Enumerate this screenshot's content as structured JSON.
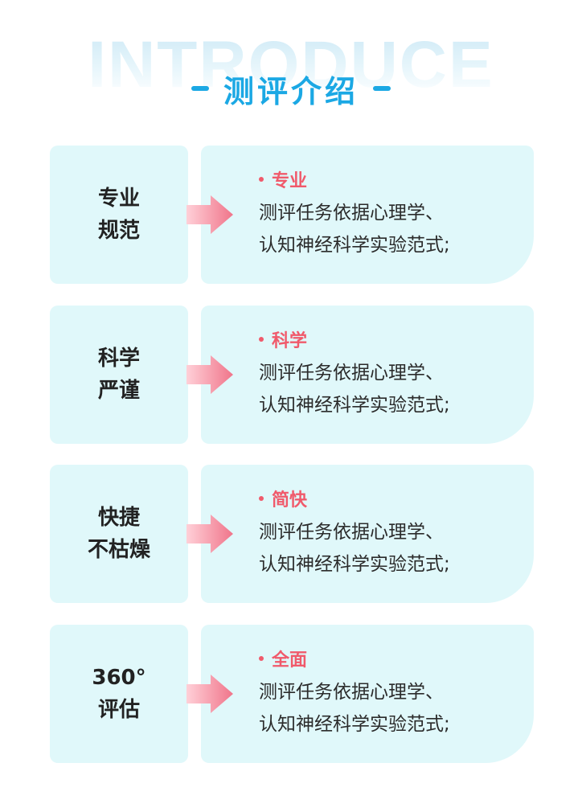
{
  "header": {
    "watermark": "INTRODUCE",
    "title": "测评介绍"
  },
  "colors": {
    "accent_blue": "#1ba8e4",
    "card_bg": "#e0f8fa",
    "keyword_red": "#f05a6b",
    "arrow_pink": "#f0758a"
  },
  "rows": [
    {
      "left": [
        "专业",
        "规范"
      ],
      "keyword": "专业",
      "desc": [
        "测评任务依据心理学、",
        "认知神经科学实验范式;"
      ]
    },
    {
      "left": [
        "科学",
        "严谨"
      ],
      "keyword": "科学",
      "desc": [
        "测评任务依据心理学、",
        "认知神经科学实验范式;"
      ]
    },
    {
      "left": [
        "快捷",
        "不枯燥"
      ],
      "keyword": "简快",
      "desc": [
        "测评任务依据心理学、",
        "认知神经科学实验范式;"
      ]
    },
    {
      "left": [
        "360°",
        "评估"
      ],
      "keyword": "全面",
      "desc": [
        "测评任务依据心理学、",
        "认知神经科学实验范式;"
      ]
    }
  ]
}
